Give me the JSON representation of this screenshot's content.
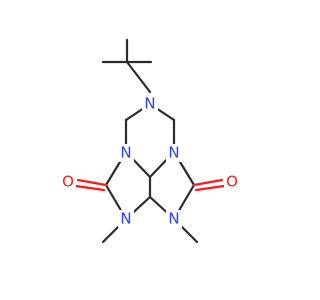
{
  "molecule": {
    "atoms": {
      "n_top": "N",
      "n_left": "N",
      "n_right": "N",
      "n_bottom_left": "N",
      "n_bottom_right": "N",
      "o_left": "O",
      "o_right": "O"
    },
    "colors": {
      "bond": "#2b2b2b",
      "nitrogen": "#2a3cff",
      "oxygen": "#ff1a1a",
      "background": "#ffffff"
    }
  }
}
